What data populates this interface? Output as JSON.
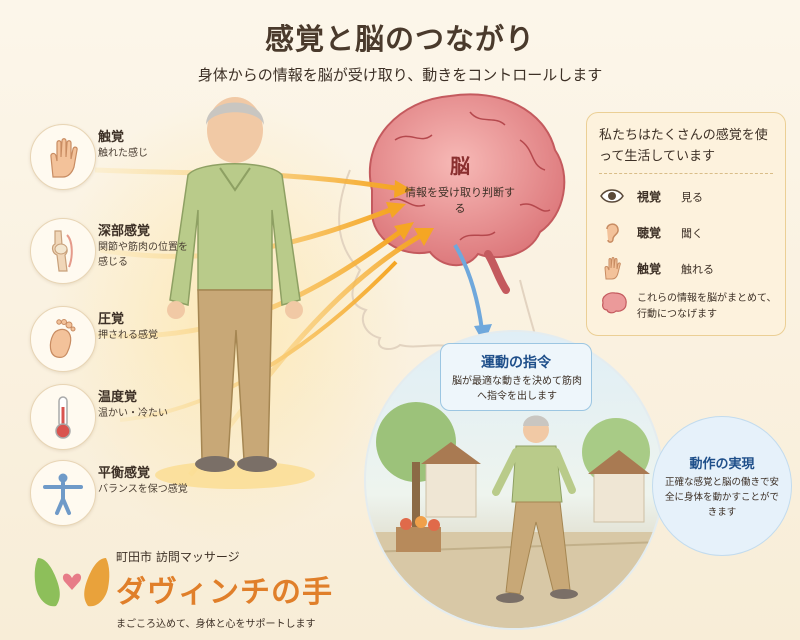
{
  "header": {
    "title": "感覚と脳のつながり",
    "subtitle": "身体からの情報を脳が受け取り、動きをコントロールします"
  },
  "senses": [
    {
      "name": "触覚",
      "desc": "触れた感じ",
      "icon": "hand-icon"
    },
    {
      "name": "深部感覚",
      "desc": "関節や筋肉の位置を感じる",
      "icon": "knee-joint-icon"
    },
    {
      "name": "圧覚",
      "desc": "押される感覚",
      "icon": "foot-icon"
    },
    {
      "name": "温度覚",
      "desc": "温かい・冷たい",
      "icon": "thermometer-icon"
    },
    {
      "name": "平衡感覚",
      "desc": "バランスを保つ感覚",
      "icon": "balance-figure-icon"
    }
  ],
  "brain": {
    "title": "脳",
    "desc": "情報を受け取り判断する"
  },
  "panel": {
    "heading": "私たちはたくさんの感覚を使って生活しています",
    "rows": [
      {
        "name": "視覚",
        "desc": "見る",
        "icon": "eye-icon"
      },
      {
        "name": "聴覚",
        "desc": "聞く",
        "icon": "ear-icon"
      },
      {
        "name": "触覚",
        "desc": "触れる",
        "icon": "hand-icon"
      }
    ],
    "note": "これらの情報を脳がまとめて、行動につなげます"
  },
  "command": {
    "title": "運動の指令",
    "desc": "脳が最適な動きを決めて筋肉へ指令を出します"
  },
  "action": {
    "title": "動作の実現",
    "desc": "正確な感覚と脳の働きで安全に身体を動かすことができます"
  },
  "logo": {
    "small": "町田市 訪問マッサージ",
    "main": "ダヴィンチの手",
    "tagline": "まごころ込めて、身体と心をサポートします"
  },
  "colors": {
    "arrow": "#f5a623",
    "brain": "#e9888a",
    "accent_blue": "#1f4f8a",
    "logo_orange": "#e07f2a"
  }
}
